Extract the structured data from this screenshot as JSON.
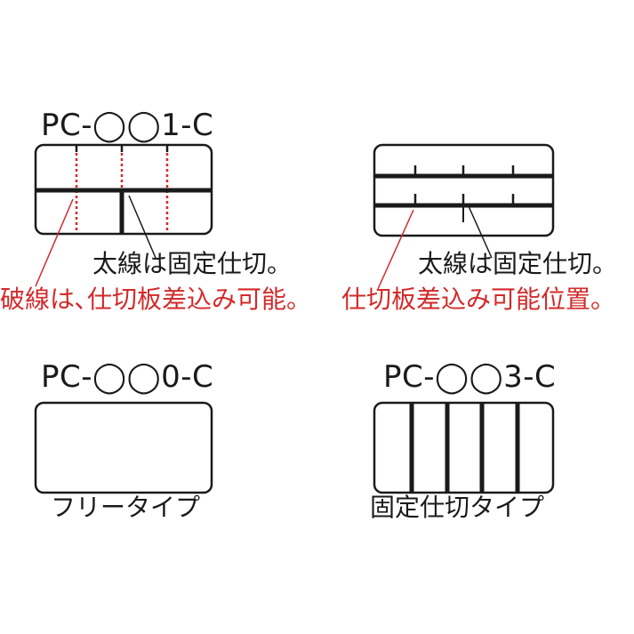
{
  "colors": {
    "ink": "#1a1a1a",
    "accent_red": "#d22a2a",
    "background": "#ffffff"
  },
  "panels": {
    "type1": {
      "model": "PC-◯◯1-C",
      "fixed_note": "太線は固定仕切。",
      "slot_note": "破線は､仕切板差込み可能。"
    },
    "type2": {
      "fixed_note": "太線は固定仕切。",
      "slot_note": "仕切板差込み可能位置。"
    },
    "type0": {
      "model": "PC-◯◯0-C",
      "caption": "フリータイプ"
    },
    "type3": {
      "model": "PC-◯◯3-C",
      "caption": "固定仕切タイプ"
    }
  }
}
